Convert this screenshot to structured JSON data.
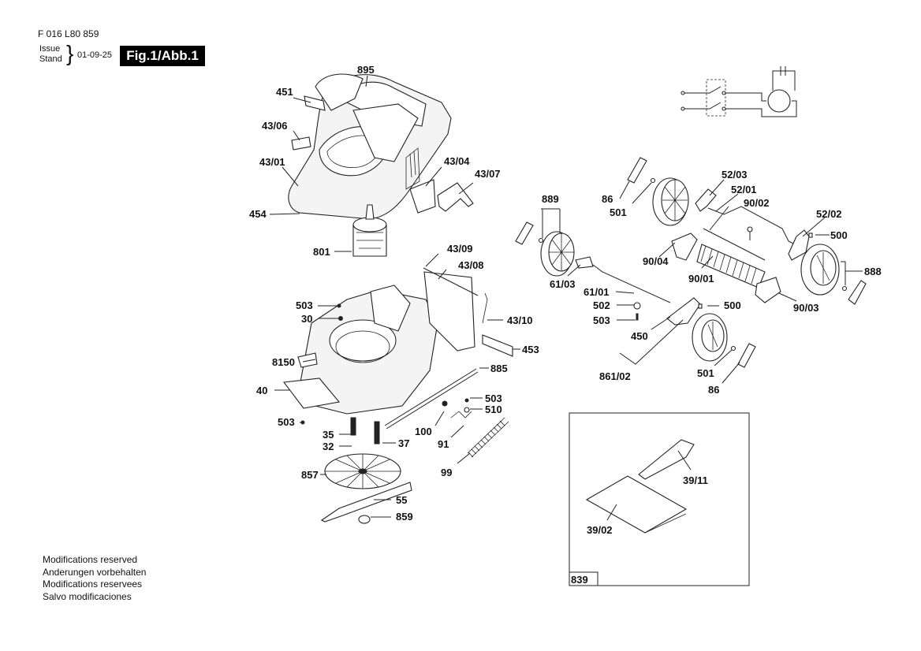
{
  "header": {
    "document_number": "F 016 L80 859",
    "issue_label": "Issue",
    "stand_label": "Stand",
    "issue_date": "01-09-25",
    "figure_badge": "Fig.1/Abb.1"
  },
  "footer_notes": [
    "Modifications reserved",
    "Anderungen vorbehalten",
    "Modifications reservees",
    "Salvo modificaciones"
  ],
  "diagram": {
    "subject": "Lawn mower exploded parts view",
    "colors": {
      "ink": "#111111",
      "badge_bg": "#000000",
      "badge_text": "#ffffff",
      "background": "#ffffff"
    },
    "part_labels": {
      "p895": "895",
      "p451": "451",
      "p43_06": "43/06",
      "p43_01": "43/01",
      "p454": "454",
      "p43_04": "43/04",
      "p43_07": "43/07",
      "p801": "801",
      "p43_09": "43/09",
      "p43_08": "43/08",
      "p503a": "503",
      "p30": "30",
      "p43_10": "43/10",
      "p453": "453",
      "p8150": "8150",
      "p885": "885",
      "p40": "40",
      "p503b": "503",
      "p510": "510",
      "p503c": "503",
      "p35": "35",
      "p100": "100",
      "p32": "32",
      "p37": "37",
      "p91": "91",
      "p99": "99",
      "p857": "857",
      "p55": "55",
      "p859": "859",
      "p889": "889",
      "p86a": "86",
      "p501a": "501",
      "p52_03": "52/03",
      "p52_01": "52/01",
      "p90_02": "90/02",
      "p52_02": "52/02",
      "p500a": "500",
      "p90_04": "90/04",
      "p888": "888",
      "p61_03": "61/03",
      "p90_01": "90/01",
      "p61_01": "61/01",
      "p90_03": "90/03",
      "p502": "502",
      "p500b": "500",
      "p503d": "503",
      "p450": "450",
      "p861_02": "861/02",
      "p501b": "501",
      "p86b": "86",
      "p39_11": "39/11",
      "p39_02": "39/02",
      "p839": "839"
    }
  }
}
